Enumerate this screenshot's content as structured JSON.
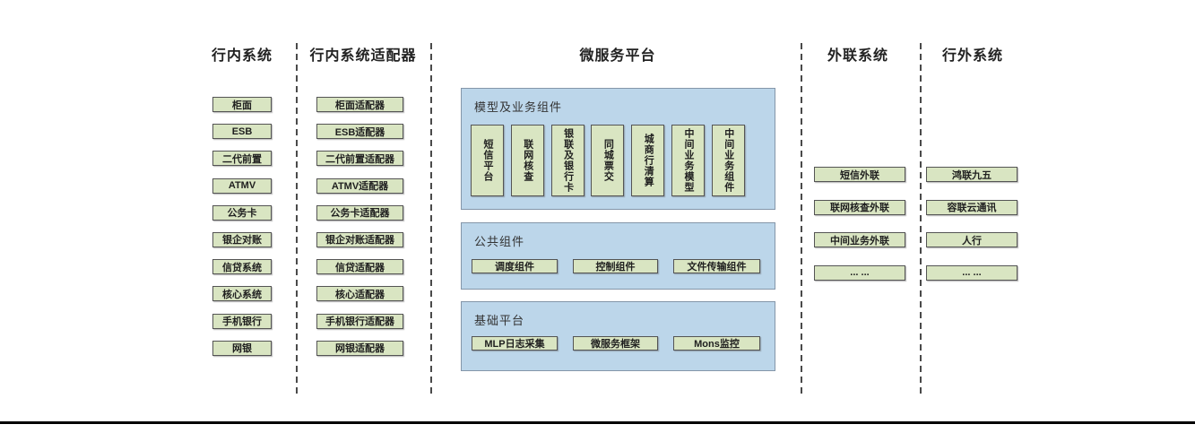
{
  "diagram": {
    "columns": {
      "internal": {
        "title": "行内系统",
        "items": [
          "柜面",
          "ESB",
          "二代前置",
          "ATMV",
          "公务卡",
          "银企对账",
          "信贷系统",
          "核心系统",
          "手机银行",
          "网银"
        ]
      },
      "adapters": {
        "title": "行内系统适配器",
        "items": [
          "柜面适配器",
          "ESB适配器",
          "二代前置适配器",
          "ATMV适配器",
          "公务卡适配器",
          "银企对账适配器",
          "信贷适配器",
          "核心适配器",
          "手机银行适配器",
          "网银适配器"
        ]
      },
      "microservice": {
        "title": "微服务平台",
        "panels": [
          {
            "title": "模型及业务组件",
            "items": [
              "短信平台",
              "联网核查",
              "银联及银行卡",
              "同城票交",
              "城商行清算",
              "中间业务模型",
              "中间业务组件"
            ]
          },
          {
            "title": "公共组件",
            "items": [
              "调度组件",
              "控制组件",
              "文件传输组件"
            ]
          },
          {
            "title": "基础平台",
            "items": [
              "MLP日志采集",
              "微服务框架",
              "Mons监控"
            ]
          }
        ]
      },
      "outbound": {
        "title": "外联系统",
        "items": [
          "短信外联",
          "联网核查外联",
          "中间业务外联",
          "... ..."
        ]
      },
      "external": {
        "title": "行外系统",
        "items": [
          "鸿联九五",
          "容联云通讯",
          "人行",
          "... ..."
        ]
      }
    },
    "colors": {
      "panel_fill": "#bcd6ea",
      "panel_border": "#8496a9",
      "node_fill": "#d9e5c2",
      "node_border": "#545454",
      "separator": "#4a4a4a",
      "baseline": "#000000"
    }
  }
}
